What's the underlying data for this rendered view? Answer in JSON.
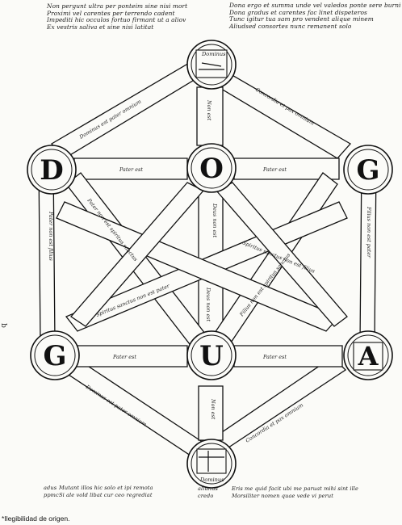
{
  "verses": {
    "top_left": [
      "Non pergunt ultra per ponteim sine nisi mort",
      "Proximi vel carentes per terrendo cadent",
      "Impediti hic occulos fortuo firmant ut a aliov",
      "Ex vestris saliva et sine nisi latitat"
    ],
    "top_right": [
      "Dona ergo et summa unde vel valedos ponte sere burni",
      "Dona gradus et carentes fac linet dispeteros",
      "Tunc igitur tua sam pro vendent alique minem",
      "Aliudsed consortes nunc remanent solo"
    ],
    "bottom_left_a": [
      "adus",
      "ppmc"
    ],
    "bottom_left_b": [
      "Mutant illos hic solo et ipi remota",
      "Si ale vold libat cur ceo regrediat"
    ],
    "bottom_mid": [
      "aliunus",
      "credo"
    ],
    "bottom_right": [
      "Eris me quid facit ubi me paruat mihi sint ille",
      "Morsiliter nomen quae vede vi perut"
    ]
  },
  "nodes": {
    "top": {
      "label": "Dominus",
      "letter": ""
    },
    "upper_left": {
      "label": "",
      "letter": "D"
    },
    "upper_right": {
      "label": "",
      "letter": "G"
    },
    "center_upper": {
      "label": "",
      "letter": "O"
    },
    "lower_left": {
      "label": "",
      "letter": "G"
    },
    "center_lower": {
      "label": "",
      "letter": "U"
    },
    "lower_right": {
      "label": "",
      "letter": "A"
    },
    "bottom": {
      "label": "Dominus",
      "letter": ""
    }
  },
  "bands": {
    "top_left": "Dominus est pater omnium",
    "top_right": "Concordia et pax omnium",
    "upper_horizontal_left": "Pater est",
    "upper_horizontal_right": "Pater est",
    "top_vertical": "Non est",
    "mid_vertical_upper": "Deus non est",
    "mid_vertical_lower": "Deus non est",
    "bottom_vertical": "Non est",
    "lower_horizontal_left": "Pater est",
    "lower_horizontal_right": "Pater est",
    "bottom_left": "Dominus est pater omnium",
    "bottom_right": "Concordia et pax omnium",
    "left_vertical": "Pater non est filius",
    "right_vertical": "Filius non est pater",
    "diag_a": "Pater non est spiritus sanctus",
    "diag_b": "Filius non est spiritus sanctus",
    "diag_c": "Spiritus sanctus non est pater",
    "diag_d": "Spiritus sanctus non est filius"
  },
  "caption": "*Ilegibilidad de origen.",
  "margin_mark": "q"
}
